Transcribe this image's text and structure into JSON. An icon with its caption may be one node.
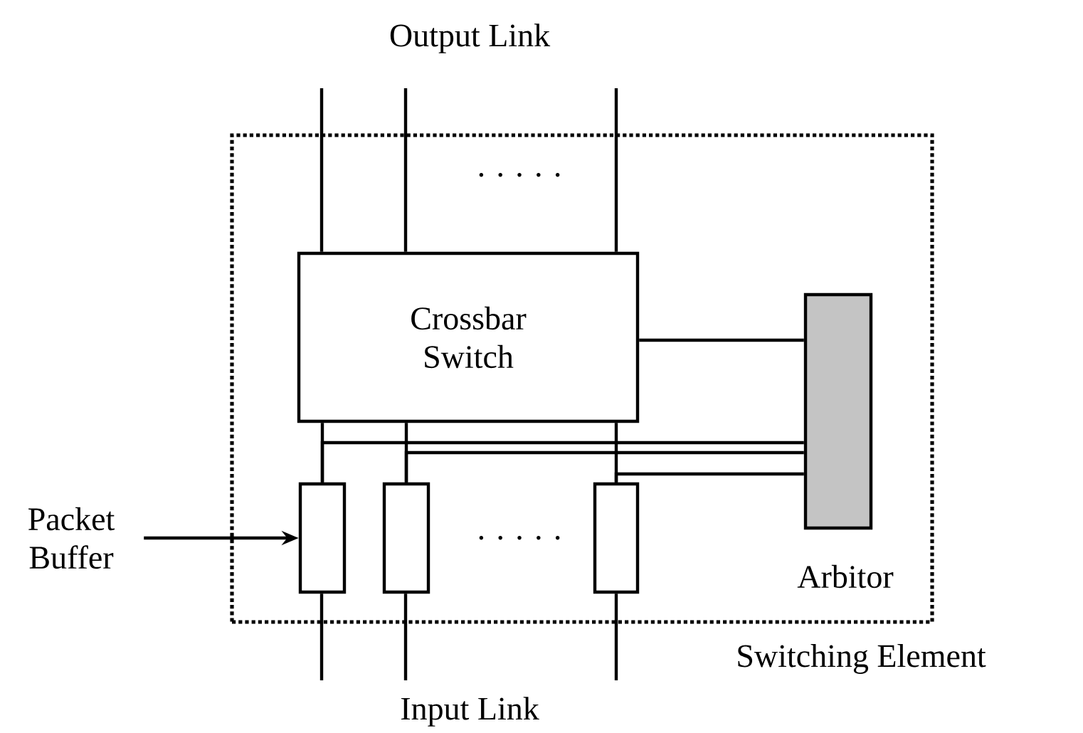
{
  "diagram": {
    "nodes": [
      {
        "text": [
          "Switching Element"
        ]
      },
      {
        "text": [
          "Crossbar Switch"
        ],
        "in": 0
      },
      {
        "text": [
          "Arbitor"
        ],
        "in": 0
      },
      {
        "text": [],
        "shape": "box",
        "in": 0
      },
      {
        "text": [],
        "shape": "box",
        "in": 0
      },
      {
        "text": [],
        "shape": "box",
        "in": 0
      },
      {
        "text": [
          "Packet Buffer"
        ]
      }
    ],
    "edges": [
      {
        "from": 1,
        "to": null,
        "arrow": "none"
      },
      {
        "from": 1,
        "to": null,
        "arrow": "none"
      },
      {
        "from": 1,
        "to": null,
        "arrow": "none"
      },
      {
        "from": 1,
        "to": 2,
        "arrow": "none"
      },
      {
        "from": 3,
        "to": 1,
        "arrow": "none"
      },
      {
        "from": 4,
        "to": 1,
        "arrow": "none"
      },
      {
        "from": 5,
        "to": 1,
        "arrow": "none"
      },
      {
        "from": 3,
        "to": 2,
        "arrow": "none"
      },
      {
        "from": 4,
        "to": 2,
        "arrow": "none"
      },
      {
        "from": 5,
        "to": 2,
        "arrow": "none"
      },
      {
        "from": null,
        "to": 3,
        "arrow": "none"
      },
      {
        "from": null,
        "to": 4,
        "arrow": "none"
      },
      {
        "from": null,
        "to": 5,
        "arrow": "none"
      },
      {
        "from": 6,
        "to": 3,
        "arrow": "to"
      }
    ],
    "labels": [
      "Output Link",
      "· · · · ·",
      "· · · · ·",
      "Input Link"
    ]
  }
}
